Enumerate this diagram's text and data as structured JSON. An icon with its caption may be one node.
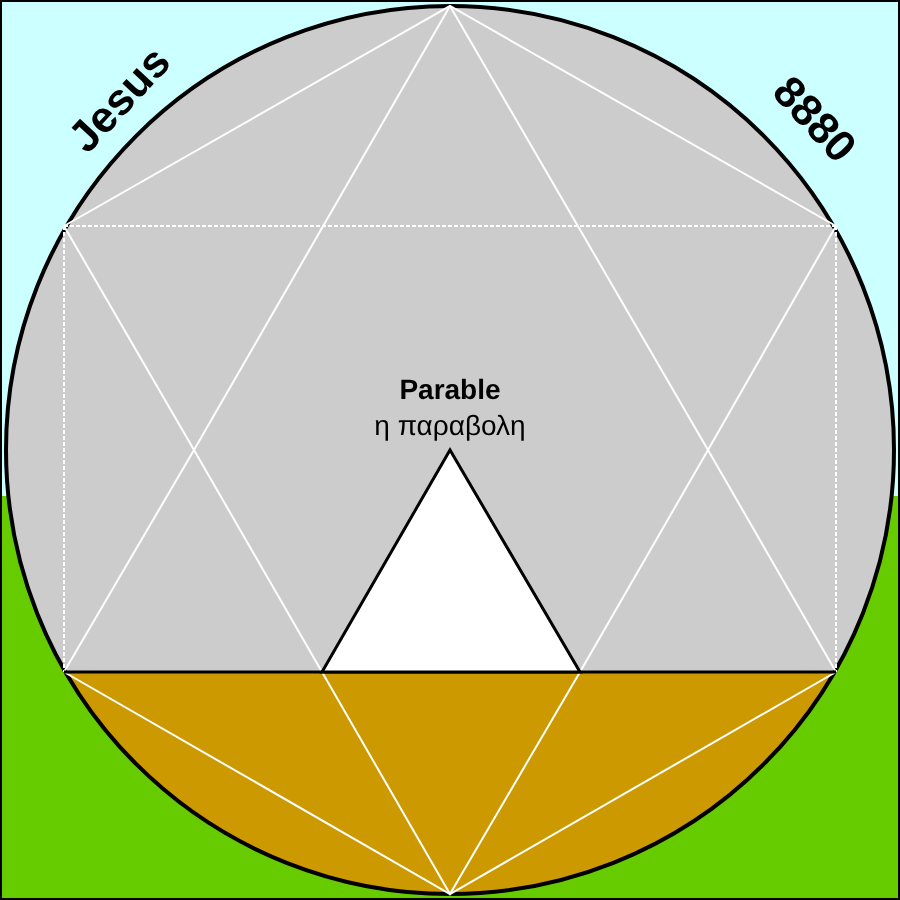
{
  "diagram": {
    "labels": [
      "Jesus",
      "8880",
      "Parable",
      "η παραβολη"
    ]
  }
}
